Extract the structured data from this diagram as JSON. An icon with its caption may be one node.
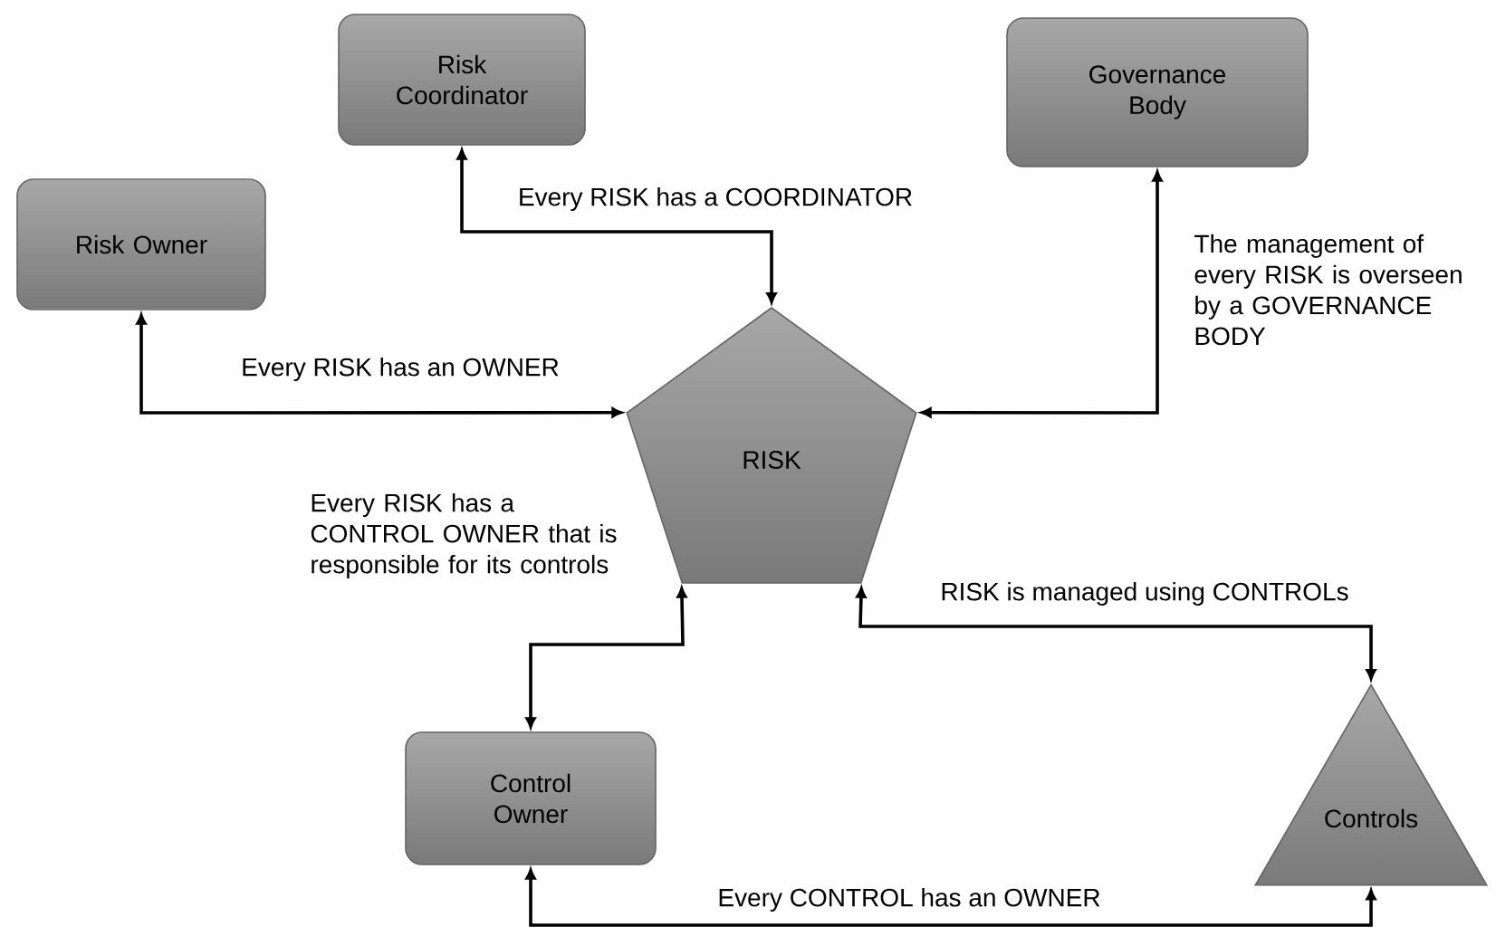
{
  "diagram": {
    "nodes": [
      {
        "text": [
          "Risk Coordinator"
        ]
      },
      {
        "text": [
          "Governance Body"
        ]
      },
      {
        "text": [
          "Risk Owner"
        ]
      },
      {
        "text": [
          "RISK"
        ]
      },
      {
        "text": [
          "Control Owner"
        ]
      },
      {
        "text": [
          "Controls"
        ]
      }
    ],
    "edges": [
      {
        "from": 0,
        "to": 3,
        "arrow": "both",
        "label": "Every RISK has a COORDINATOR"
      },
      {
        "from": 2,
        "to": 3,
        "arrow": "both",
        "label": "Every RISK has an OWNER"
      },
      {
        "from": 1,
        "to": 3,
        "arrow": "both",
        "label": "The management of every RISK is overseen by a GOVERNANCE BODY"
      },
      {
        "from": 4,
        "to": 3,
        "arrow": "both",
        "label": "Every RISK has a CONTROL OWNER that is responsible for its controls"
      },
      {
        "from": 3,
        "to": 5,
        "arrow": "both",
        "label": "RISK is managed using CONTROLs"
      },
      {
        "from": 4,
        "to": 5,
        "arrow": "both",
        "label": "Every CONTROL has an OWNER"
      }
    ]
  }
}
